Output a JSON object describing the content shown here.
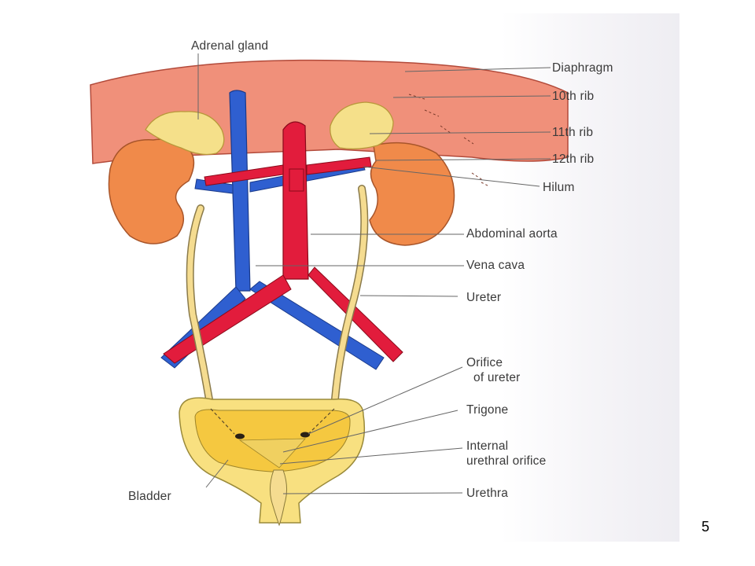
{
  "labels": {
    "adrenal_gland": "Adrenal gland",
    "diaphragm": "Diaphragm",
    "rib_10": "10th rib",
    "rib_11": "11th rib",
    "rib_12": "12th rib",
    "hilum": "Hilum",
    "abdominal_aorta": "Abdominal aorta",
    "vena_cava": "Vena cava",
    "ureter": "Ureter",
    "orifice_line1": "Orifice",
    "orifice_line2": "of ureter",
    "trigone": "Trigone",
    "internal_line1": "Internal",
    "internal_line2": "urethral orifice",
    "bladder": "Bladder",
    "urethra": "Urethra"
  },
  "page_number": "5",
  "colors": {
    "diaphragm": "#f0907a",
    "kidney": "#f08a4a",
    "adrenal": "#f5e08a",
    "vein": "#2f5fd0",
    "artery": "#e21c3c",
    "ureter": "#f5dc90",
    "bladder": "#f5c840",
    "bladder_outer": "#f8e080"
  }
}
